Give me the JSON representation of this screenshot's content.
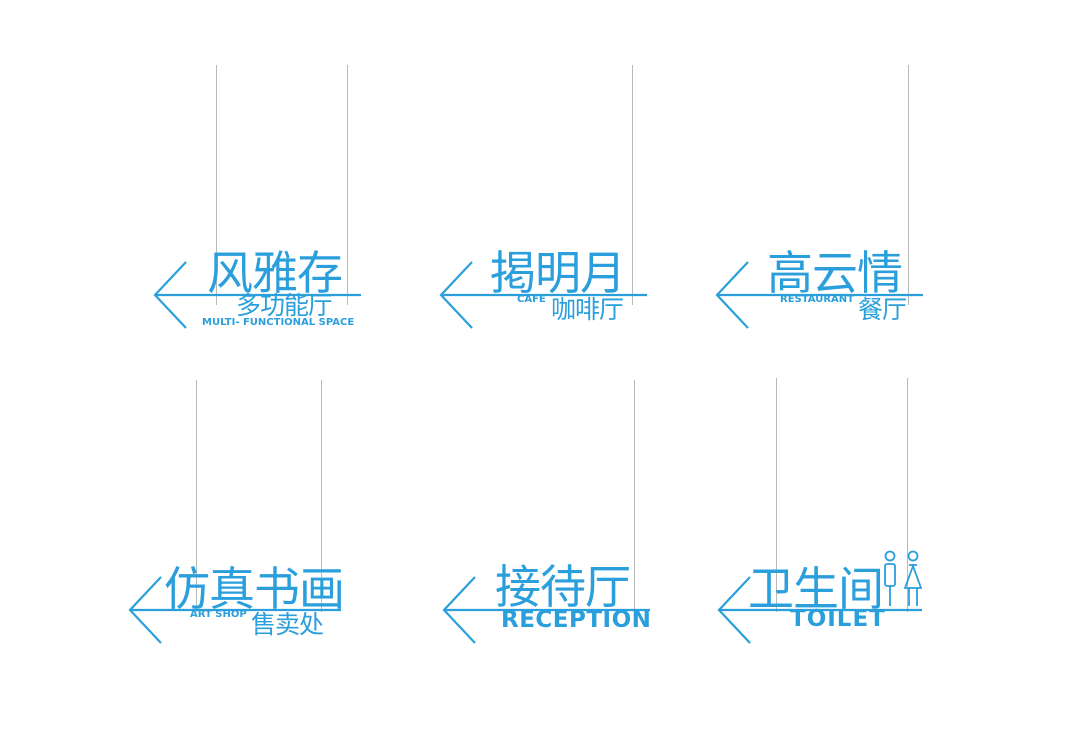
{
  "accent": "#2a9fdc",
  "wire_color": "#b9b9b9",
  "signs": [
    {
      "main": "风雅存",
      "sub": "多功能厅",
      "en": "MULTI- FUNCTIONAL SPACE",
      "icon": "left-arrow-icon"
    },
    {
      "main": "掲明月",
      "sub": "咖啡厅",
      "en": "CAFE",
      "icon": "left-arrow-icon"
    },
    {
      "main": "高云情",
      "sub": "餐厅",
      "en": "RESTAURANT",
      "icon": "left-arrow-icon"
    },
    {
      "main": "仿真书画",
      "sub": "售卖处",
      "en": "ART SHOP",
      "icon": "left-arrow-icon"
    },
    {
      "main": "接待厅",
      "sub": "",
      "en": "RECEPTION",
      "icon": "left-arrow-icon"
    },
    {
      "main": "卫生间",
      "sub": "",
      "en": "TOILET",
      "icon": "restroom-icon"
    }
  ]
}
